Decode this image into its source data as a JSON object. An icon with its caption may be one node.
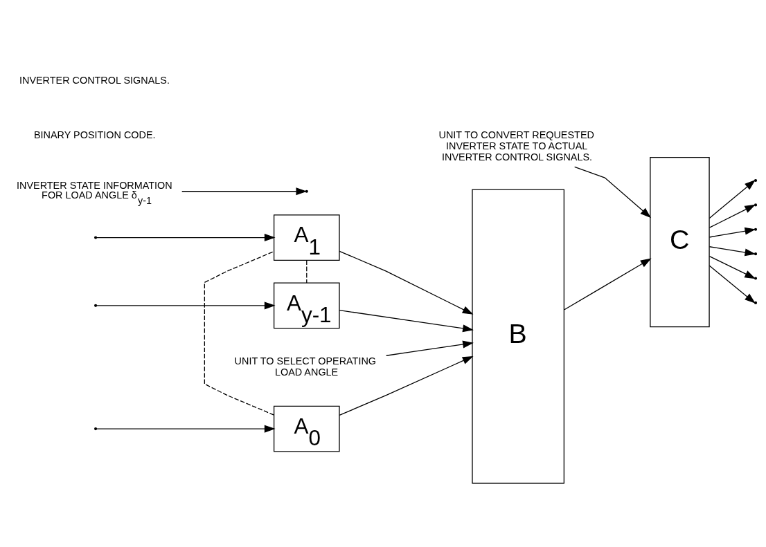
{
  "diagram": {
    "nodes": [
      {
        "text": [
          "A$_{0}$"
        ]
      },
      {
        "text": [
          "A$_{1}$"
        ]
      },
      {
        "text": [
          "A$_{y-1}$"
        ]
      },
      {
        "text": [
          "B"
        ]
      },
      {
        "text": [
          "C"
        ]
      },
      {
        "text": [
          "UNIT TO CONVERT REQUESTED INVERTER STATE TO ACTUAL INVERTER CONTROL SIGNALS."
        ]
      },
      {
        "text": [
          "INVERTER STATE INFORMATION FOR LOAD ANGLE δ$_{y-1}$"
        ]
      },
      {
        "text": [
          "UNIT TO SELECT OPERATING LOAD ANGLE"
        ]
      }
    ],
    "edges": [
      {
        "from": null,
        "to": 0,
        "arrow": "to"
      },
      {
        "from": null,
        "to": 1,
        "arrow": "to"
      },
      {
        "from": null,
        "to": 2,
        "arrow": "to"
      },
      {
        "from": 0,
        "to": 3,
        "arrow": "to"
      },
      {
        "from": 1,
        "to": 3,
        "arrow": "to"
      },
      {
        "from": 2,
        "to": 3,
        "arrow": "to"
      },
      {
        "from": 0,
        "to": 1,
        "arrow": "none",
        "style": "dashed"
      },
      {
        "from": 1,
        "to": 2,
        "arrow": "none",
        "style": "dashed"
      },
      {
        "from": 3,
        "to": 4,
        "arrow": "to"
      },
      {
        "from": 4,
        "to": null,
        "arrow": "to"
      },
      {
        "from": 4,
        "to": null,
        "arrow": "to"
      },
      {
        "from": 4,
        "to": null,
        "arrow": "to"
      },
      {
        "from": 4,
        "to": null,
        "arrow": "to"
      },
      {
        "from": 4,
        "to": null,
        "arrow": "to"
      },
      {
        "from": 4,
        "to": null,
        "arrow": "to"
      },
      {
        "from": 5,
        "to": 4,
        "arrow": "to"
      },
      {
        "from": 6,
        "to": null,
        "arrow": "to"
      },
      {
        "from": 7,
        "to": 3,
        "arrow": "to"
      }
    ],
    "labels": [
      "BINARY POSITION CODE.",
      "INVERTER CONTROL SIGNALS."
    ]
  }
}
